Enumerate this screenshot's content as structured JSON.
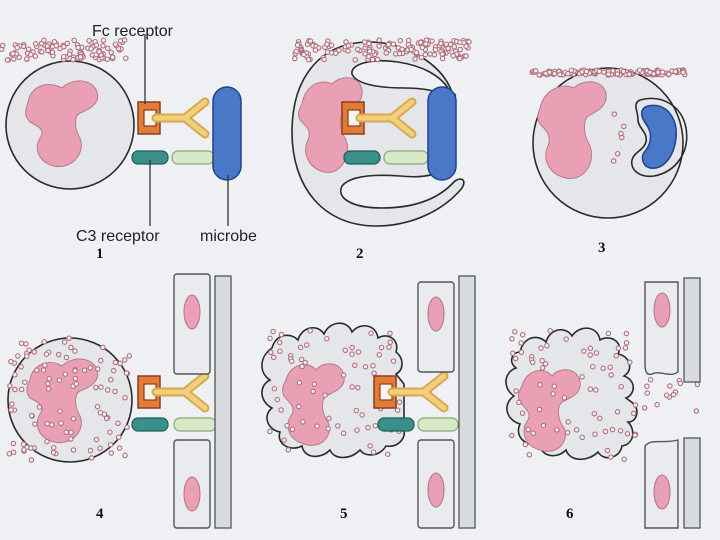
{
  "labels": {
    "fc_receptor": "Fc receptor",
    "c3_receptor": "C3 receptor",
    "microbe": "microbe"
  },
  "panels": [
    {
      "number": "1"
    },
    {
      "number": "2"
    },
    {
      "number": "3"
    },
    {
      "number": "4"
    },
    {
      "number": "5"
    },
    {
      "number": "6"
    }
  ],
  "colors": {
    "background": "#eef0f3",
    "cytoplasm": "#e4e6ea",
    "nucleus": "#eaa0b4",
    "fc_receptor": "#e27a3a",
    "antibody": "#f2cf7e",
    "c3_receptor": "#3a8f88",
    "c3_fragment": "#d8e9c8",
    "microbe": "#4a78c8",
    "granule": "#b0707c"
  }
}
